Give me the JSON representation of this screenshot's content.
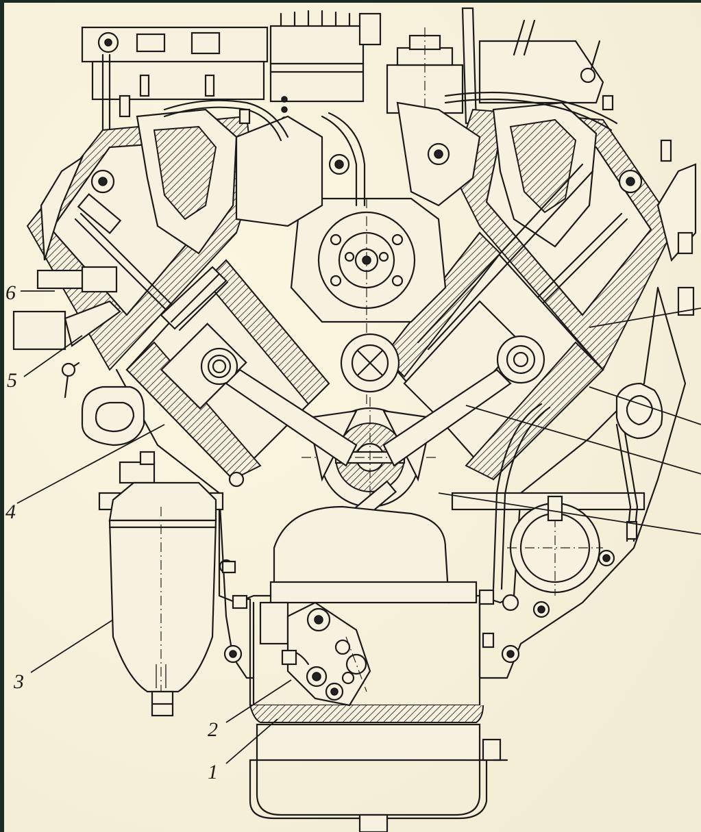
{
  "diagram": {
    "callouts": [
      {
        "id": "1",
        "text": "1"
      },
      {
        "id": "2",
        "text": "2"
      },
      {
        "id": "3",
        "text": "3"
      },
      {
        "id": "4",
        "text": "4"
      },
      {
        "id": "5",
        "text": "5"
      },
      {
        "id": "6",
        "text": "6"
      }
    ],
    "colors": {
      "paper": "#f7f2df",
      "ink": "#1a1a1a",
      "frame": "#1b2a22"
    }
  }
}
